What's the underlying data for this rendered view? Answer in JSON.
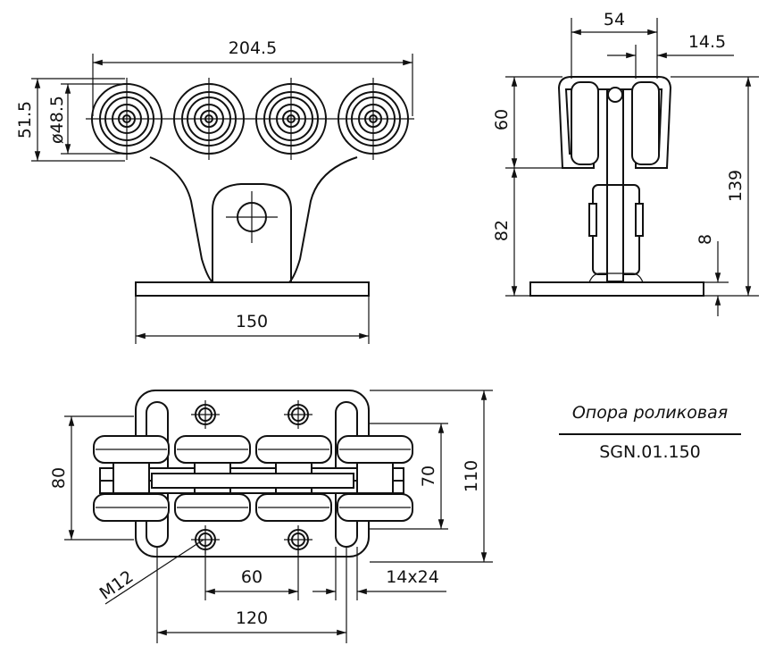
{
  "dimensions": {
    "width_rollers": "204.5",
    "height_roller_top": "51.5",
    "roller_diameter": "ø48.5",
    "base_width": "150",
    "side_width_top": "54",
    "side_offset": "14.5",
    "side_upper_height": "60",
    "side_lower_height": "82",
    "side_total_height": "139",
    "plate_thickness": "8",
    "plan_height_outer": "80",
    "plan_height_inner": "70",
    "plan_height_total": "110",
    "hole_spacing": "60",
    "slot_size": "14x24",
    "slot_spacing": "120",
    "thread": "M12"
  },
  "title_block": {
    "name": "Опора роликовая",
    "code": "SGN.01.150"
  }
}
